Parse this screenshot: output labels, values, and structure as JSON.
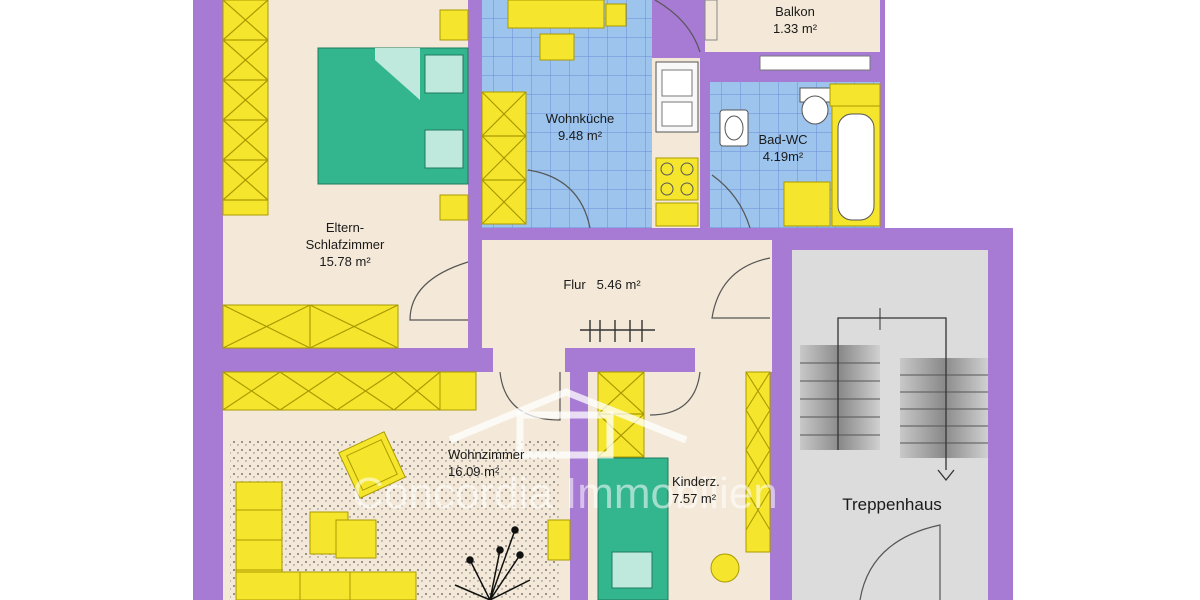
{
  "rooms": {
    "balkon": {
      "name": "Balkon",
      "area": "1.33 m²"
    },
    "kueche": {
      "name": "Wohnküche",
      "area": "9.48 m²"
    },
    "bad": {
      "name": "Bad-WC",
      "area": "4.19m²"
    },
    "schlaf": {
      "name_line1": "Eltern-",
      "name_line2": "Schlafzimmer",
      "area": "15.78 m²"
    },
    "flur": {
      "name": "Flur",
      "area": "5.46 m²"
    },
    "wohn": {
      "name": "Wohnzimmer",
      "area": "16.09 m²"
    },
    "kinder": {
      "name": "Kinderz.",
      "area": "7.57 m²"
    },
    "treppe": {
      "name": "Treppenhaus"
    }
  },
  "watermark": "Concordia Immobilien",
  "colors": {
    "wall": "#a77bd4",
    "floor": "#f4e9d8",
    "tile": "#9cc4ec",
    "furniture": "#f5e62d",
    "bed": "#33b58e",
    "stair": "#dcdcdc"
  }
}
